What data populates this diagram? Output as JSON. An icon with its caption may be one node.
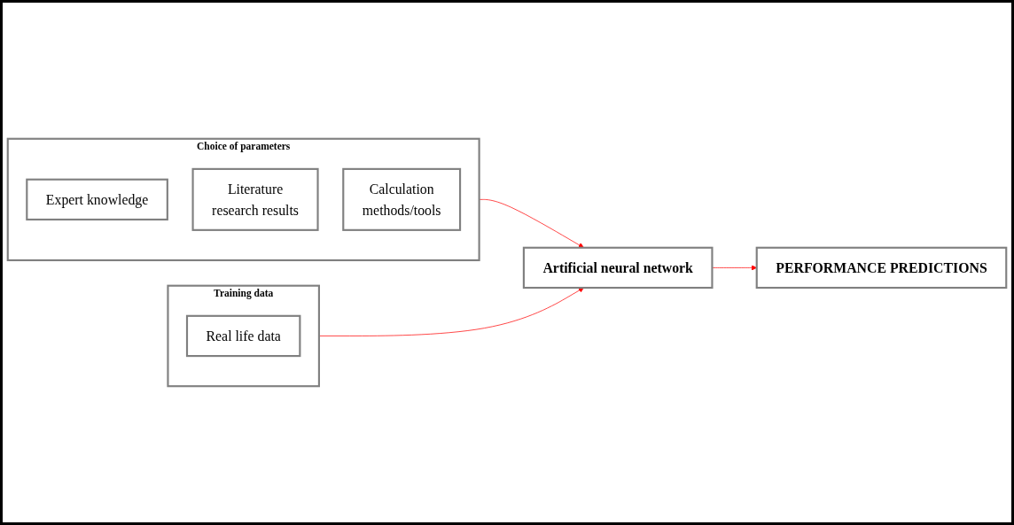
{
  "diagram": {
    "nodes": [
      {
        "text": [
          "PERFORMANCE PREDICTIONS"
        ]
      },
      {
        "text": [
          "Choice of parameters"
        ]
      },
      {
        "text": [
          "Expert knowledge"
        ],
        "in": 1
      },
      {
        "text": [
          "Literature",
          "research results"
        ],
        "in": 1
      },
      {
        "text": [
          "Calculation",
          "methods/tools"
        ],
        "in": 1
      },
      {
        "text": [
          "Artificial neural network"
        ]
      },
      {
        "text": [
          "Training data"
        ]
      },
      {
        "text": [
          "Real life data"
        ],
        "in": 6
      }
    ],
    "edges": [
      {
        "from": 1,
        "to": 5,
        "arrow": "to",
        "color": "#ff0000"
      },
      {
        "from": 6,
        "to": 5,
        "arrow": "to",
        "color": "#ff0000"
      },
      {
        "from": 5,
        "to": 0,
        "arrow": "to",
        "color": "#ff0000"
      }
    ]
  }
}
